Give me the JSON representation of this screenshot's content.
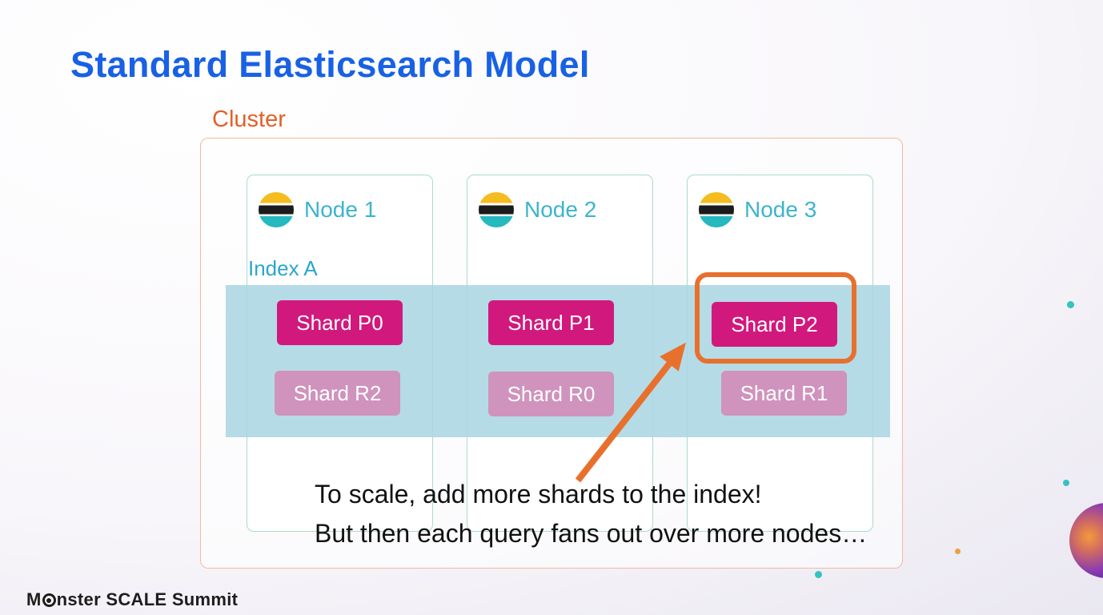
{
  "slide": {
    "title": "Standard Elasticsearch Model",
    "cluster_label": "Cluster",
    "index_label": "Index A",
    "nodes": [
      {
        "label": "Node 1",
        "primary_shard": "Shard P0",
        "replica_shard": "Shard R2"
      },
      {
        "label": "Node 2",
        "primary_shard": "Shard P1",
        "replica_shard": "Shard R0"
      },
      {
        "label": "Node 3",
        "primary_shard": "Shard P2",
        "replica_shard": "Shard R1"
      }
    ],
    "caption": {
      "line1": "To scale, add more shards to the index!",
      "line2": "But then each query fans out over more nodes…"
    },
    "footer": {
      "brand_prefix": "M",
      "brand_suffix": "nster SCALE Summit"
    }
  },
  "colors": {
    "title_blue": "#1961e4",
    "cluster_orange": "#e45f28",
    "node_teal": "#3db4cd",
    "index_teal": "#2ba6cb",
    "band_blue": "#abd6e3",
    "primary_shard_magenta": "#d1197d",
    "replica_shard_pink": "#cf93bd",
    "highlight_orange": "#e8702d"
  }
}
